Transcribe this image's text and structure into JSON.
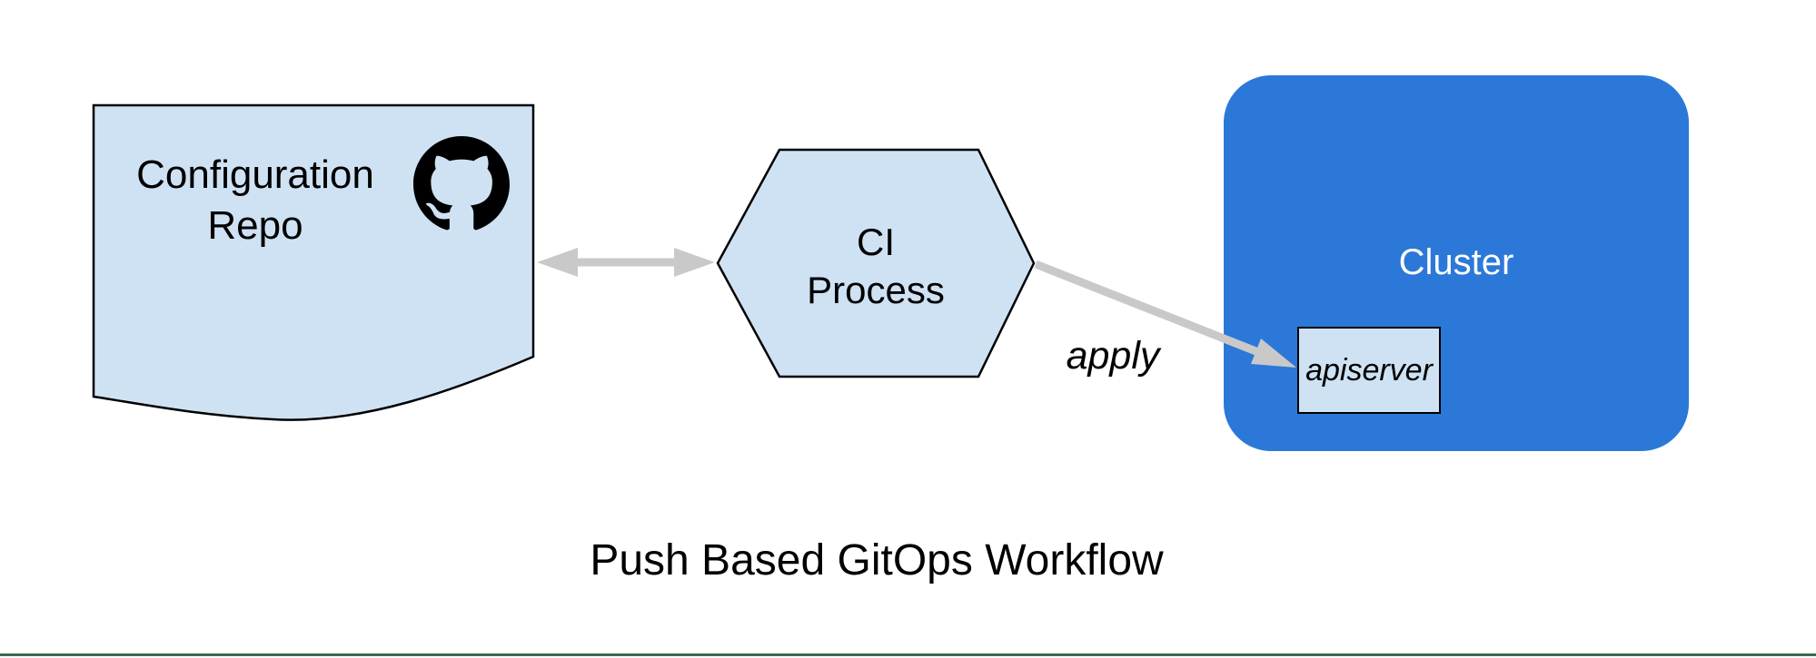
{
  "title": "Push Based GitOps Workflow",
  "nodes": {
    "repo": {
      "label": "Configuration\nRepo",
      "shape": "document",
      "fill": "#cfe2f3"
    },
    "ci": {
      "label": "CI\nProcess",
      "shape": "hexagon",
      "fill": "#cfe2f3"
    },
    "cluster": {
      "label": "Cluster",
      "shape": "rounded-rectangle",
      "fill": "#2b78d8",
      "text_color": "#ffffff"
    },
    "apiserver": {
      "label": "apiserver",
      "shape": "rectangle",
      "fill": "#cfe2f3",
      "parent": "Cluster"
    }
  },
  "edges": {
    "repo_ci": {
      "from": "Configuration Repo",
      "to": "CI Process",
      "direction": "bidirectional",
      "label": ""
    },
    "apply": {
      "from": "CI Process",
      "to": "apiserver",
      "direction": "forward",
      "label": "apply"
    }
  },
  "icons": {
    "github": "github-octocat-mark-icon"
  },
  "colors": {
    "node_fill": "#cfe2f3",
    "node_stroke": "#000000",
    "cluster_fill": "#2b78d8",
    "arrow": "#c9c9c9",
    "divider": "#3a6a51",
    "text": "#000000",
    "cluster_text": "#ffffff"
  }
}
